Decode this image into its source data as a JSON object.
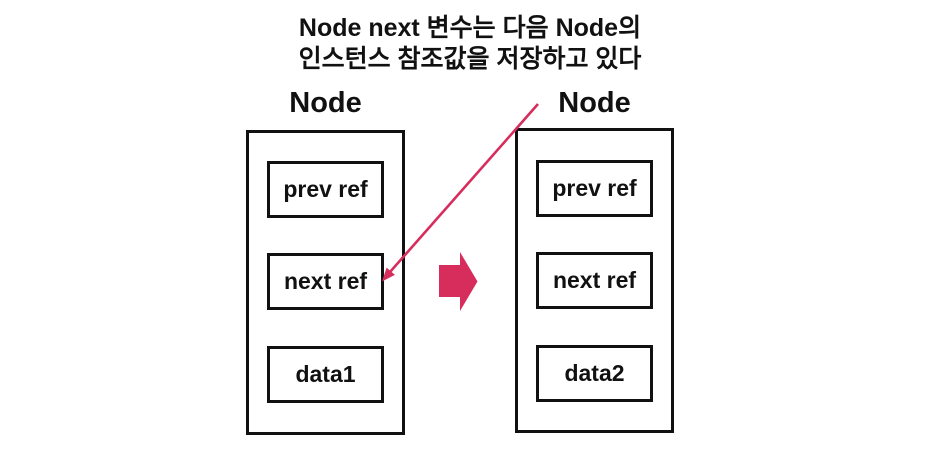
{
  "colors": {
    "accent": "#D62D5C",
    "ink": "#111111",
    "background": "#FFFFFF"
  },
  "annotation": {
    "line1": "Node next 변수는 다음 Node의",
    "line2": "인스턴스 참조값을 저장하고 있다"
  },
  "nodes": [
    {
      "title": "Node",
      "fields": [
        "prev ref",
        "next ref",
        "data1"
      ]
    },
    {
      "title": "Node",
      "fields": [
        "prev ref",
        "next ref",
        "data2"
      ]
    }
  ],
  "icons": {
    "block_arrow": "right-block-arrow",
    "reference_arrow": "arrow-down-left"
  }
}
